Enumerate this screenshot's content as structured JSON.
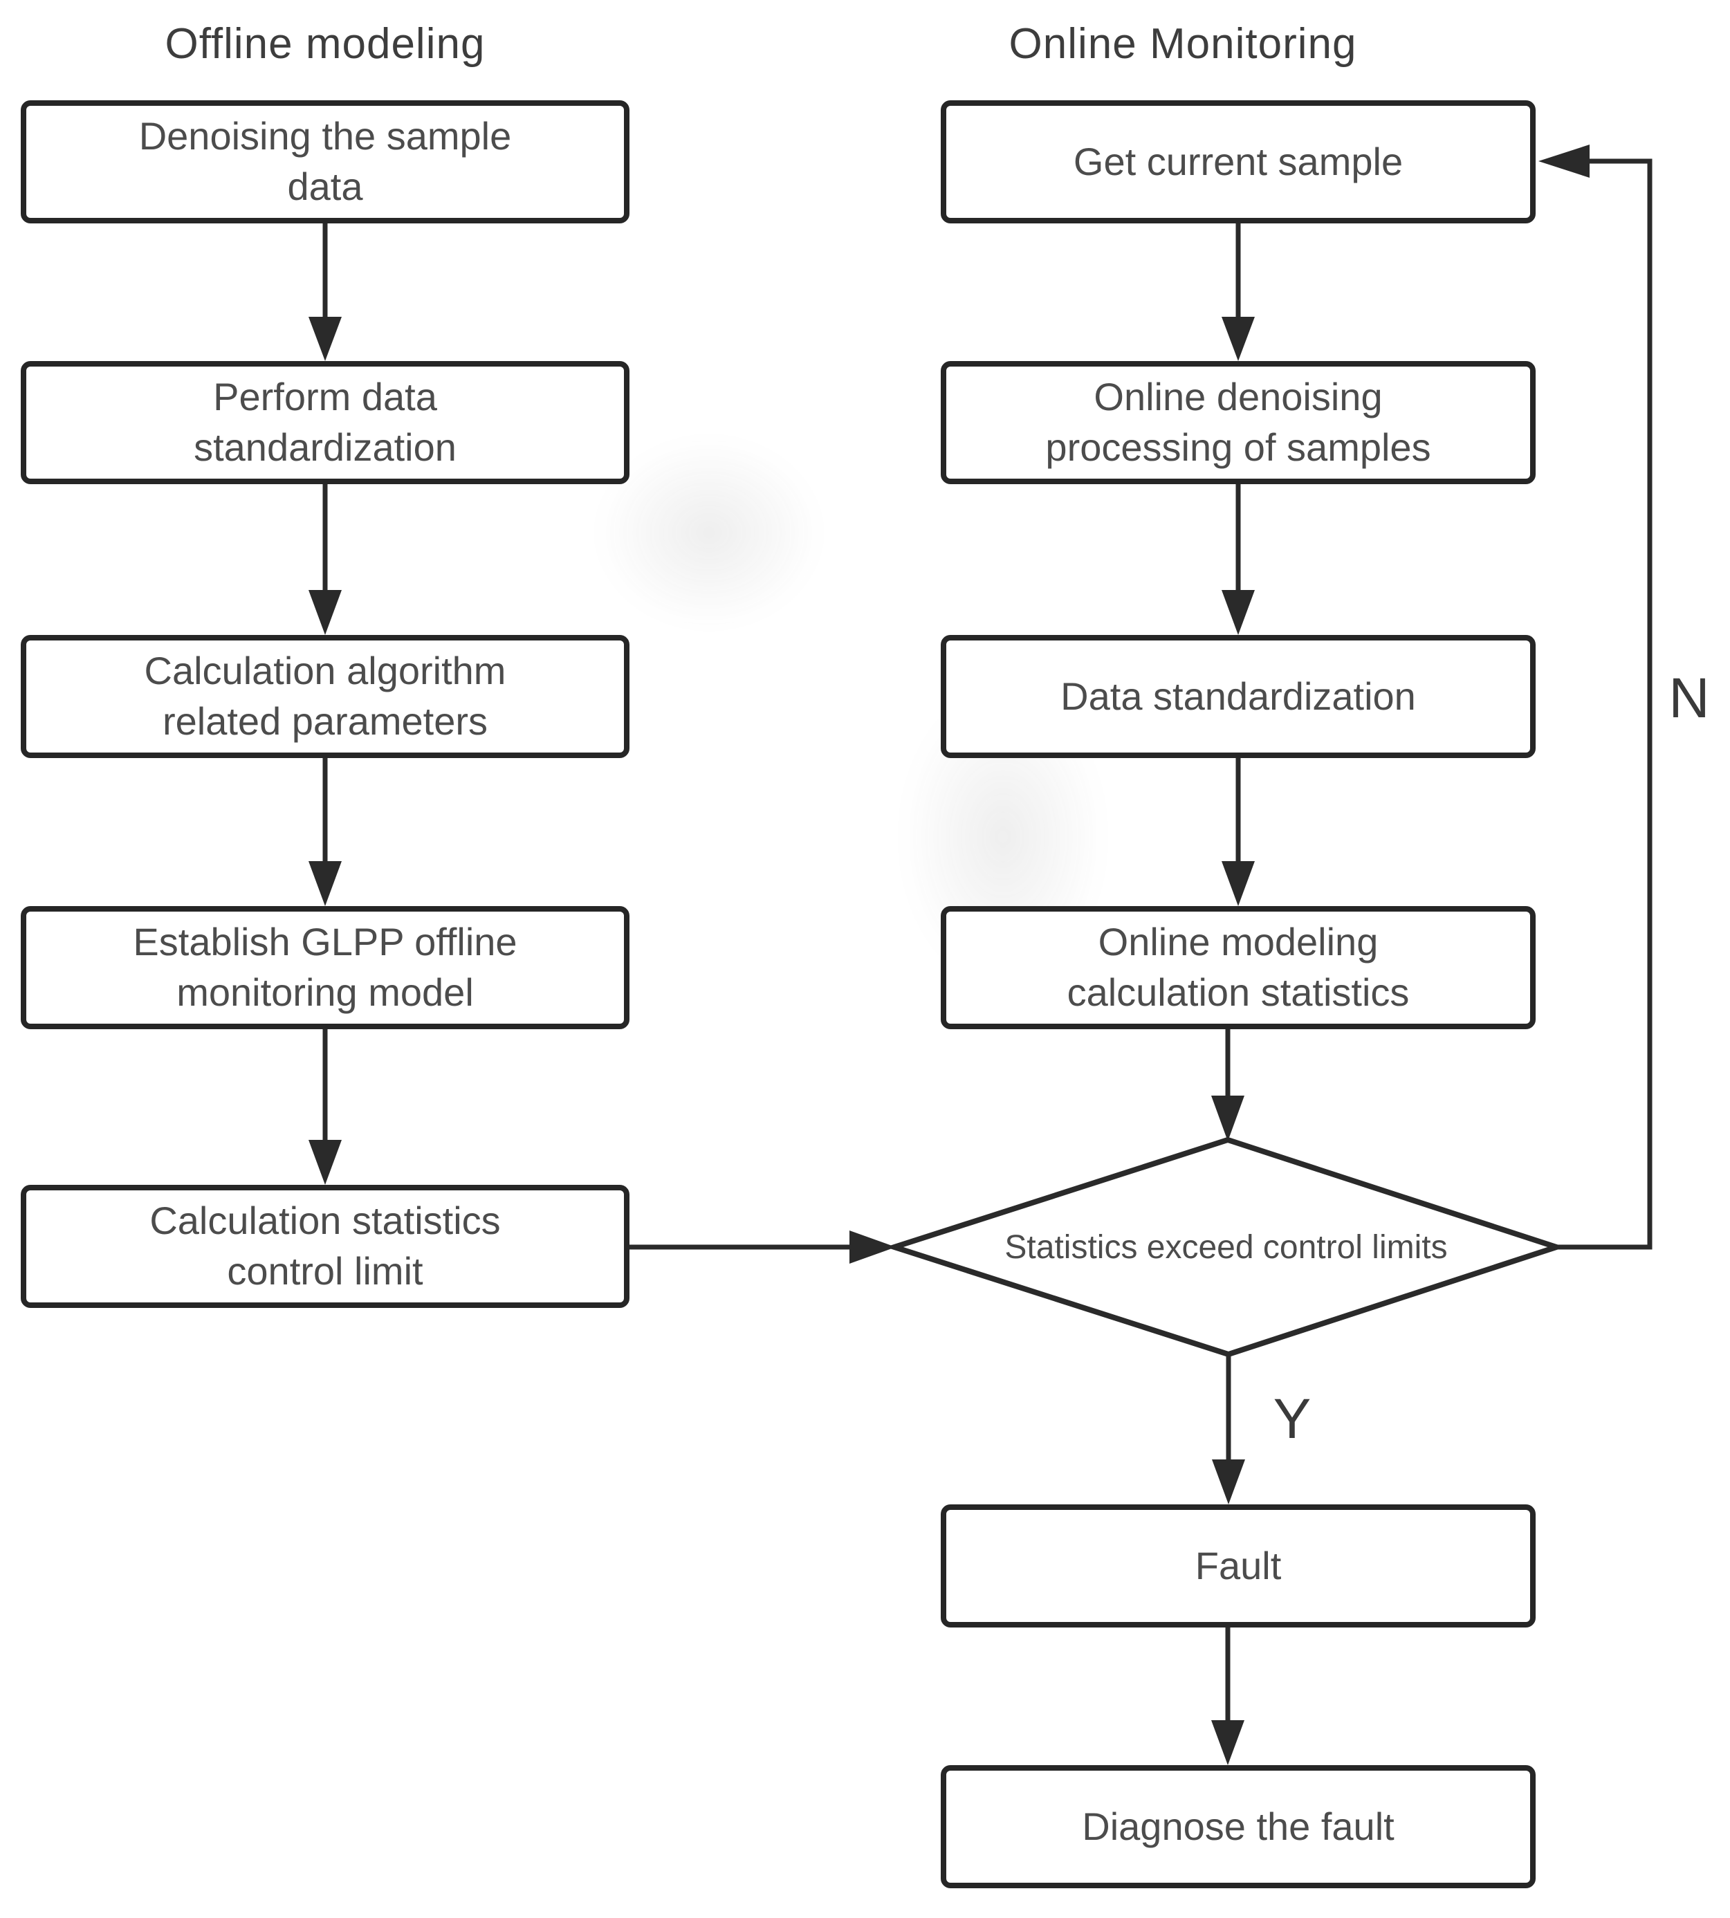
{
  "figure": {
    "offline": {
      "title": "Offline modeling",
      "steps": [
        "Denoising the sample\ndata",
        "Perform data\nstandardization",
        "Calculation algorithm\nrelated parameters",
        "Establish GLPP offline\nmonitoring model",
        "Calculation statistics\ncontrol limit"
      ]
    },
    "online": {
      "title": "Online Monitoring",
      "steps": [
        "Get current sample",
        "Online denoising\nprocessing of samples",
        "Data standardization",
        "Online modeling\ncalculation statistics"
      ]
    },
    "decision": "Statistics exceed control limits",
    "branches": {
      "yes": "Y",
      "no": "N"
    },
    "results": {
      "fault": "Fault",
      "diagnose": "Diagnose the fault"
    },
    "colors": {
      "line": "#2a2a2a",
      "box_border": "#262626",
      "text": "#4c4c4c"
    }
  }
}
